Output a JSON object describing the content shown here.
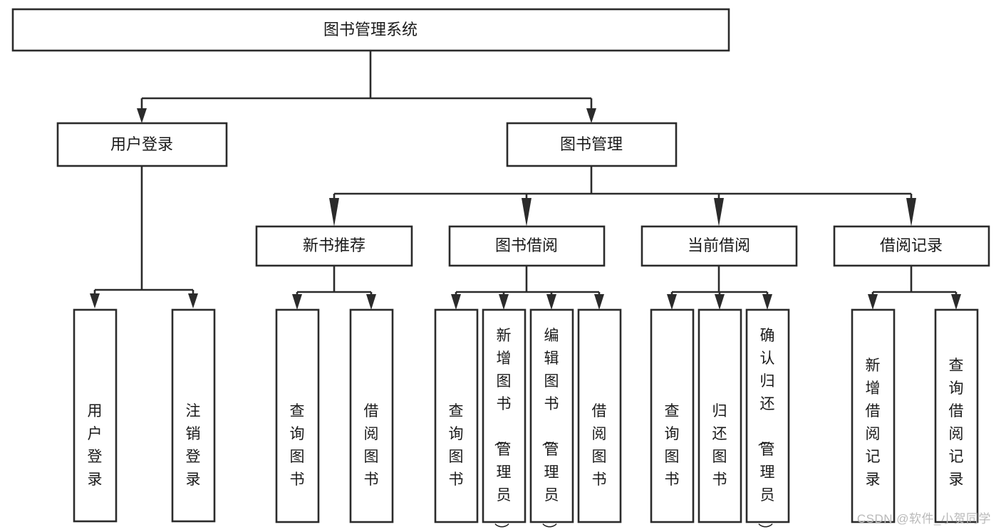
{
  "diagram": {
    "type": "tree",
    "title": "图书管理系统",
    "watermark": "CSDN @软件_小贺同学",
    "colors": {
      "stroke": "#2b2b2b",
      "fill": "#ffffff",
      "text": "#1a1a1a",
      "watermark": "#b9b9b9",
      "background": "#ffffff"
    },
    "nodes": {
      "root": {
        "label": "图书管理系统"
      },
      "level2": [
        {
          "label": "用户登录"
        },
        {
          "label": "图书管理"
        }
      ],
      "level3": [
        {
          "label": "新书推荐"
        },
        {
          "label": "图书借阅"
        },
        {
          "label": "当前借阅"
        },
        {
          "label": "借阅记录"
        }
      ],
      "leaves_user_login": [
        {
          "label": "用户登录"
        },
        {
          "label": "注销登录"
        }
      ],
      "leaves_new_books": [
        {
          "label": "查询图书"
        },
        {
          "label": "借阅图书"
        }
      ],
      "leaves_borrow": [
        {
          "label": "查询图书"
        },
        {
          "label": "新增图书（管理员）"
        },
        {
          "label": "编辑图书（管理员）"
        },
        {
          "label": "借阅图书"
        }
      ],
      "leaves_current": [
        {
          "label": "查询图书"
        },
        {
          "label": "归还图书"
        },
        {
          "label": "确认归还（管理员）"
        }
      ],
      "leaves_records": [
        {
          "label": "新增借阅记录"
        },
        {
          "label": "查询借阅记录"
        }
      ]
    },
    "edges": [
      {
        "from": "图书管理系统",
        "to": "用户登录"
      },
      {
        "from": "图书管理系统",
        "to": "图书管理"
      },
      {
        "from": "用户登录",
        "to": "用户登录"
      },
      {
        "from": "用户登录",
        "to": "注销登录"
      },
      {
        "from": "图书管理",
        "to": "新书推荐"
      },
      {
        "from": "图书管理",
        "to": "图书借阅"
      },
      {
        "from": "图书管理",
        "to": "当前借阅"
      },
      {
        "from": "图书管理",
        "to": "借阅记录"
      },
      {
        "from": "新书推荐",
        "to": "查询图书"
      },
      {
        "from": "新书推荐",
        "to": "借阅图书"
      },
      {
        "from": "图书借阅",
        "to": "查询图书"
      },
      {
        "from": "图书借阅",
        "to": "新增图书（管理员）"
      },
      {
        "from": "图书借阅",
        "to": "编辑图书（管理员）"
      },
      {
        "from": "图书借阅",
        "to": "借阅图书"
      },
      {
        "from": "当前借阅",
        "to": "查询图书"
      },
      {
        "from": "当前借阅",
        "to": "归还图书"
      },
      {
        "from": "当前借阅",
        "to": "确认归还（管理员）"
      },
      {
        "from": "借阅记录",
        "to": "新增借阅记录"
      },
      {
        "from": "借阅记录",
        "to": "查询借阅记录"
      }
    ]
  }
}
